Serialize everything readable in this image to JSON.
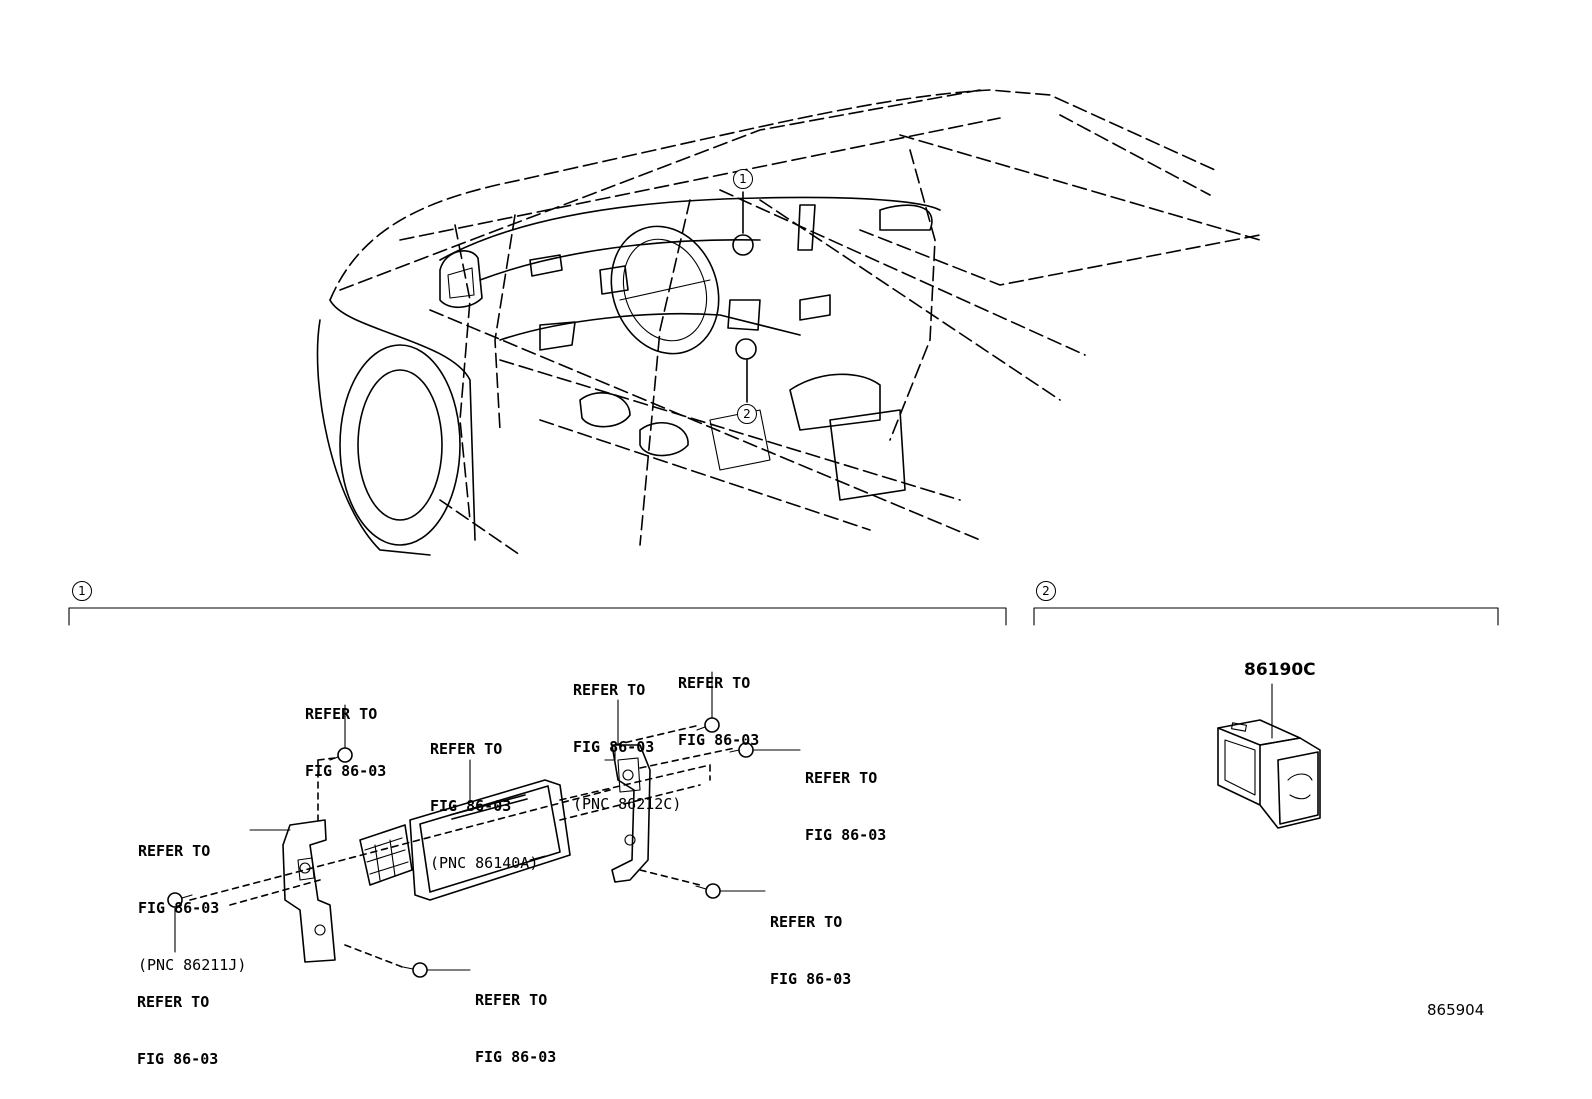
{
  "callouts": {
    "one": "1",
    "two": "2"
  },
  "section1": {
    "marker": "1",
    "labels": {
      "l1": [
        "REFER TO",
        "FIG 86-03"
      ],
      "l2": [
        "REFER TO",
        "FIG 86-03",
        "(PNC 86140A)"
      ],
      "l3": [
        "REFER TO",
        "FIG 86-03",
        "(PNC 86212C)"
      ],
      "l4": [
        "REFER TO",
        "FIG 86-03"
      ],
      "l5": [
        "REFER TO",
        "FIG 86-03"
      ],
      "l6": [
        "REFER TO",
        "FIG 86-03",
        "(PNC 86211J)"
      ],
      "l7": [
        "REFER TO",
        "FIG 86-03"
      ],
      "l8": [
        "REFER TO",
        "FIG 86-03"
      ],
      "l9": [
        "REFER TO",
        "FIG 86-03"
      ]
    }
  },
  "section2": {
    "marker": "2",
    "part_number": "86190C"
  },
  "figure_number": "865904"
}
